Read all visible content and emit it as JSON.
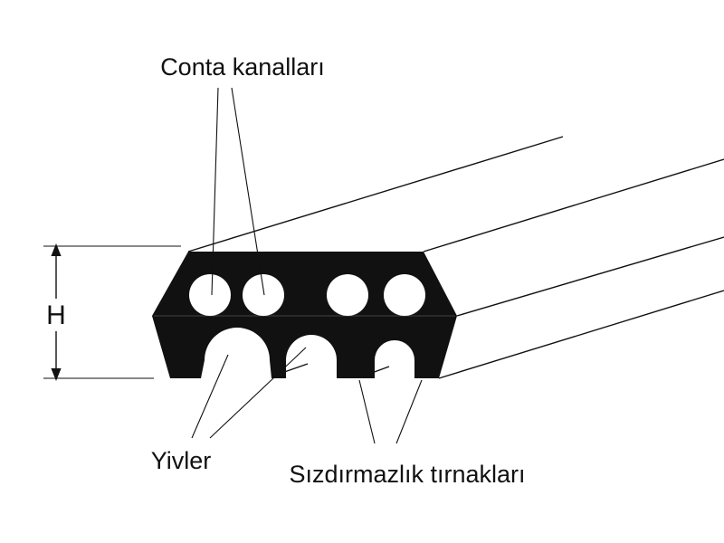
{
  "labels": {
    "top": "Conta kanalları",
    "left_dimension": "H",
    "bottom_left": "Yivler",
    "bottom_right": "Sızdırmazlık tırnakları"
  },
  "colors": {
    "profile_fill": "#111111",
    "holes": "#ffffff",
    "lines": "#111111",
    "background": "#ffffff"
  }
}
